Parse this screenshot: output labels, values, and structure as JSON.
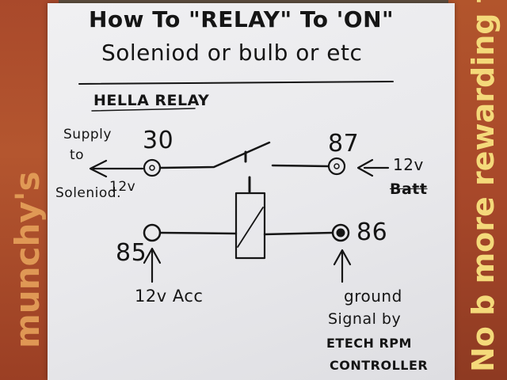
{
  "background": {
    "left_brand": "munchy's",
    "right_slogan": "more rewarding than this!",
    "right_prefix": "No b"
  },
  "title": {
    "line1": "How To \"RELAY\" To 'ON\"",
    "line2": "Soleniod or bulb or etc"
  },
  "section_heading": "HELLA RELAY",
  "pins": {
    "p30": "30",
    "p87": "87",
    "p85": "85",
    "p86": "86"
  },
  "labels": {
    "supply": "Supply",
    "to": "to",
    "solenoid": "Soleniod.",
    "solenoid_volts": "12v",
    "batt_volts": "12v",
    "batt": "Batt",
    "acc": "12v Acc",
    "ground": "ground",
    "signal_by": "Signal by",
    "etech": "ETECH RPM",
    "controller": "CONTROLLER"
  },
  "colors": {
    "ink": "#151515",
    "paper": "#ebebee",
    "wrapper": "#a9492b",
    "slogan": "#f4d97a"
  }
}
